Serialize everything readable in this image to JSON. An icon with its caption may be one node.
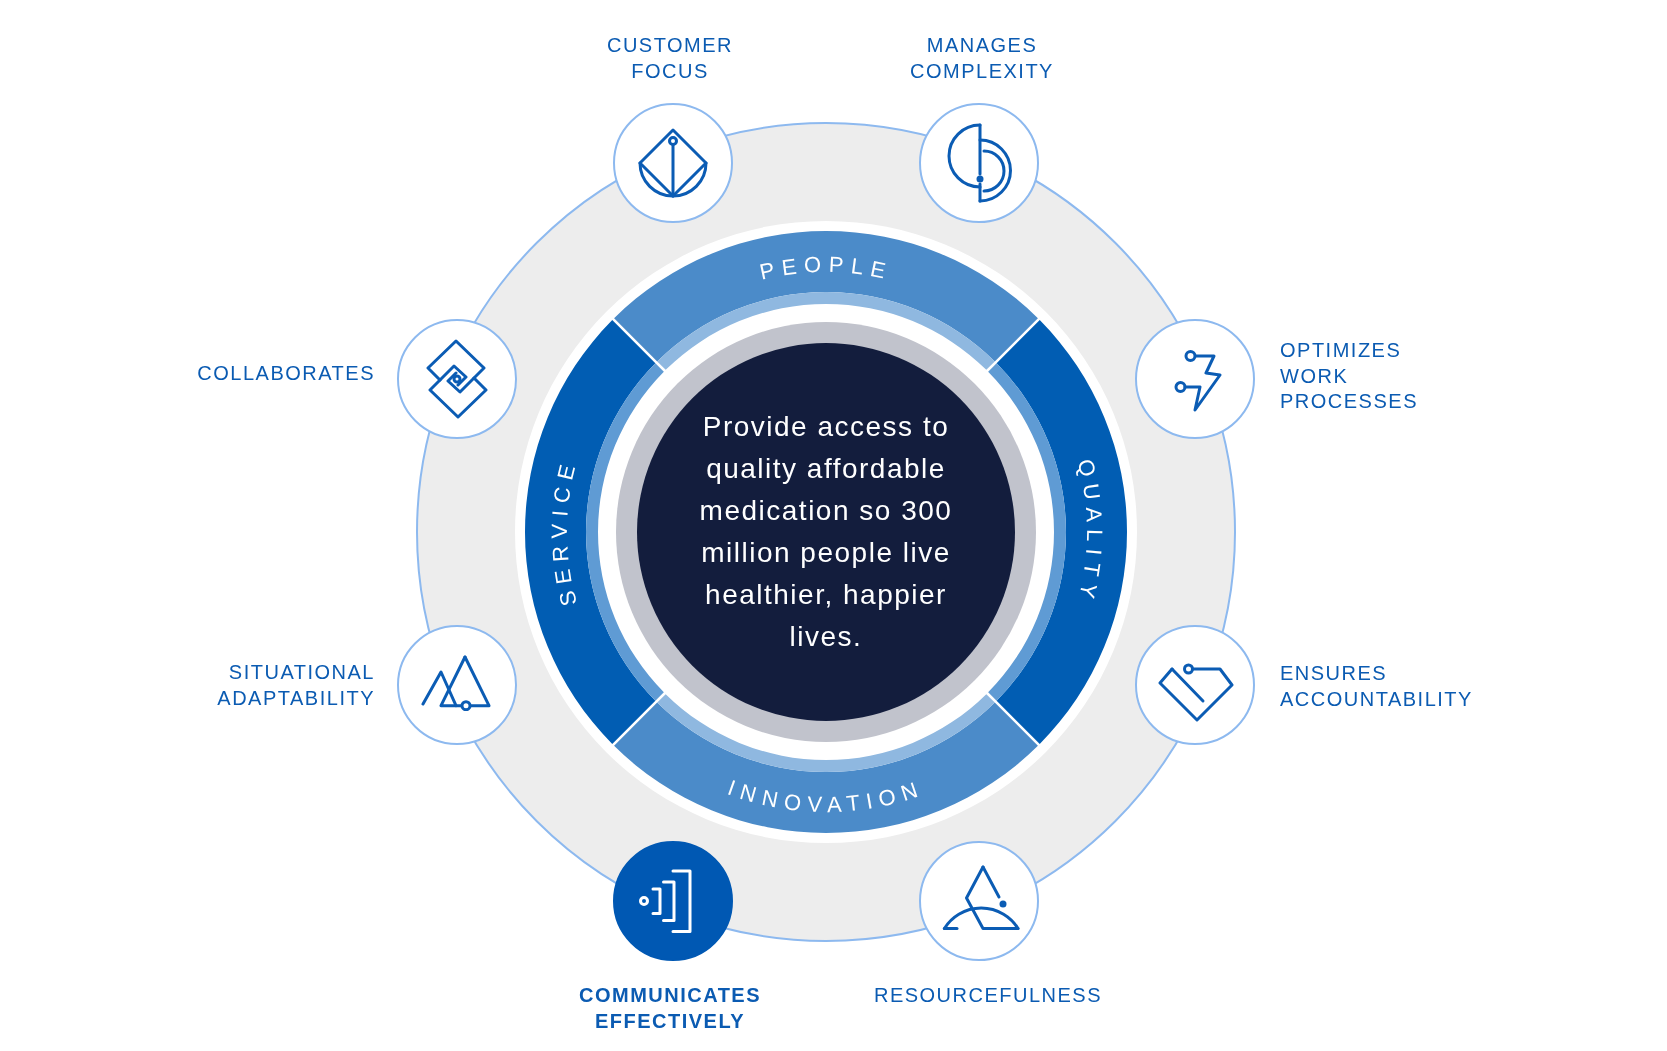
{
  "diagram": {
    "nodes": [
      {
        "text": [
          "Provide access to quality affordable medication so 300 million people live healthier, happier lives."
        ]
      },
      {
        "text": [
          "PEOPLE"
        ]
      },
      {
        "text": [
          "QUALITY"
        ]
      },
      {
        "text": [
          "INNOVATION"
        ]
      },
      {
        "text": [
          "SERVICE"
        ]
      },
      {
        "text": [],
        "shape": "circle",
        "beside": [
          "CUSTOMER FOCUS"
        ]
      },
      {
        "text": [],
        "shape": "circle",
        "beside": [
          "MANAGES COMPLEXITY"
        ]
      },
      {
        "text": [],
        "shape": "circle",
        "beside": [
          "OPTIMIZES WORK PROCESSES"
        ]
      },
      {
        "text": [],
        "shape": "circle",
        "beside": [
          "ENSURES ACCOUNTABILITY"
        ]
      },
      {
        "text": [],
        "shape": "circle",
        "beside": [
          "RESOURCEFULNESS"
        ]
      },
      {
        "text": [],
        "shape": "circle",
        "beside": [
          "COMMUNICATES EFFECTIVELY"
        ]
      },
      {
        "text": [],
        "shape": "circle",
        "beside": [
          "SITUATIONAL ADAPTABILITY"
        ]
      },
      {
        "text": [],
        "shape": "circle",
        "beside": [
          "COLLABORATES"
        ]
      }
    ]
  }
}
